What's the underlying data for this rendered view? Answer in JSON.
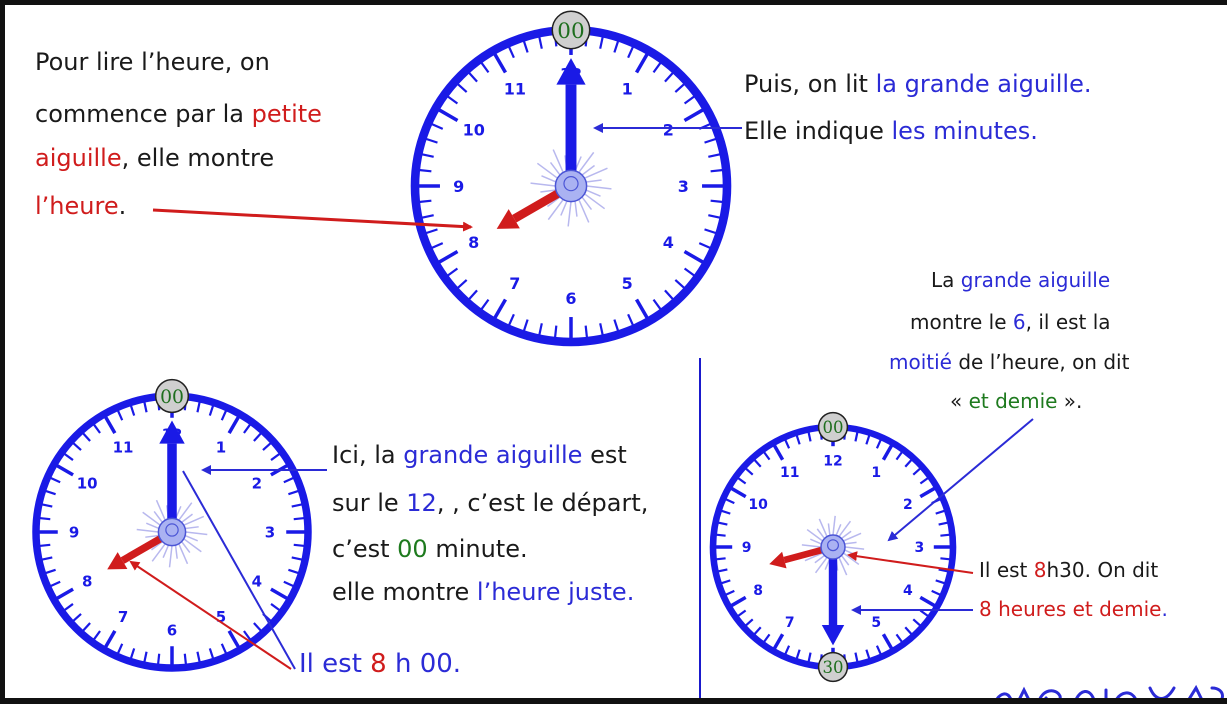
{
  "intro_left": {
    "l1": "Pour lire l’heure, on",
    "l2": "commence par la ",
    "l2_red": "petite",
    "l3_red": "aiguille",
    "l3": ", elle montre",
    "l4_red": "l’heure",
    "l4": "."
  },
  "intro_right": {
    "l1": "Puis, on lit ",
    "l1_blue": "la grande aiguille",
    "l1_end": ".",
    "l2": "Elle indique ",
    "l2_blue": "les minutes",
    "l2_end": "."
  },
  "middle_text": {
    "l1": "Ici, la ",
    "l1_blue": "grande aiguille",
    "l1_end": " est",
    "l2": "sur le ",
    "l2_blue": "12",
    "l2_end": ", , c’est le départ,",
    "l3": "c’est ",
    "l3_green": "00",
    "l3_end": " minute.",
    "l4": "elle montre ",
    "l4_blue": "l’heure juste",
    "l4_end": "."
  },
  "caption_800": {
    "pre": "Il est ",
    "hour": "8",
    "post": " h 00."
  },
  "half_note": {
    "l1": "La ",
    "l1_blue": "grande aiguille",
    "l2": "montre le ",
    "l2_blue": "6",
    "l2_end": ", il est la",
    "l3_blue": "moitié",
    "l3": " de l’heure, on dit",
    "l4_pre": "« ",
    "l4_green": "et demie",
    "l4_end": " »."
  },
  "caption_830": {
    "l1_pre": "Il est ",
    "l1_hour": "8",
    "l1_post": "h30. On dit",
    "l2_red": "8 heures et demie",
    "l2_end": "."
  },
  "clock_numbers": [
    "12",
    "1",
    "2",
    "3",
    "4",
    "5",
    "6",
    "7",
    "8",
    "9",
    "10",
    "11"
  ],
  "badges": {
    "top": "00",
    "bottom": "30"
  },
  "clocks": [
    {
      "id": "clock-top",
      "time": "8:00",
      "hour_hand_deg": 240,
      "minute_hand_deg": 0
    },
    {
      "id": "clock-bottom-left",
      "time": "8:00",
      "hour_hand_deg": 240,
      "minute_hand_deg": 0
    },
    {
      "id": "clock-bottom-right",
      "time": "8:30",
      "hour_hand_deg": 255,
      "minute_hand_deg": 180
    }
  ],
  "colors": {
    "clock_blue": "#1a1ae6",
    "hour_hand_red": "#d01c1c",
    "text_blue": "#2b2bd6",
    "text_red": "#d01c1c",
    "text_green": "#1e7a1e"
  }
}
